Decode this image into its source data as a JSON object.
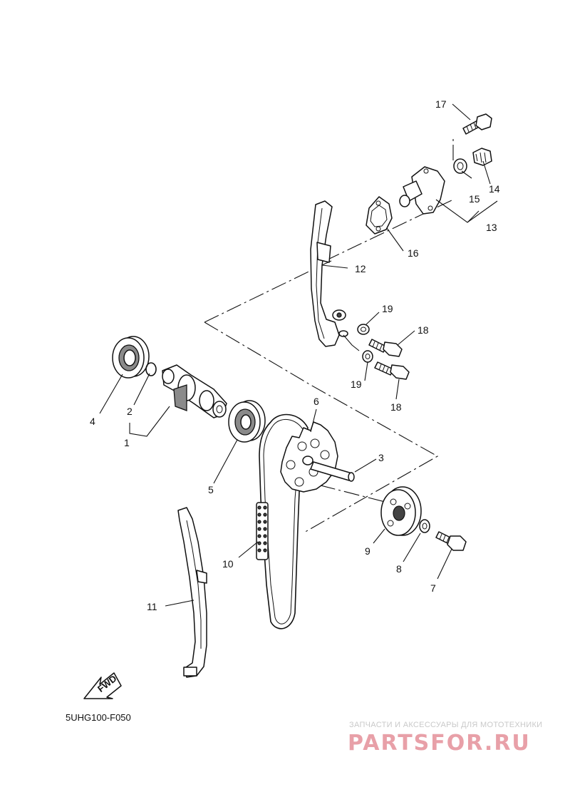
{
  "diagram": {
    "drawing_code": "5UHG100-F050",
    "fwd_label": "FWD",
    "callouts": [
      "1",
      "2",
      "3",
      "4",
      "5",
      "6",
      "7",
      "8",
      "9",
      "10",
      "11",
      "12",
      "13",
      "14",
      "15",
      "16",
      "17",
      "18",
      "18",
      "19",
      "19"
    ]
  },
  "watermark": {
    "tagline": "ЗАПЧАСТИ И АКСЕССУАРЫ ДЛЯ МОТОТЕХНИКИ",
    "brand": "PARTSFOR.RU",
    "brand_color": "#e8a0a8"
  }
}
